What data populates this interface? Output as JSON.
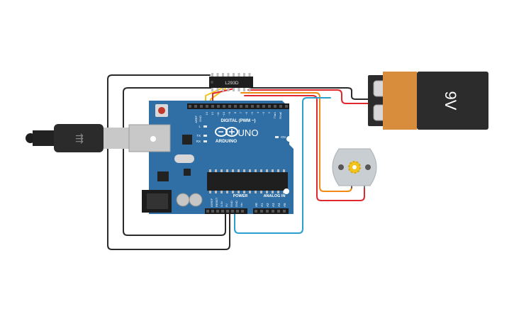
{
  "board": {
    "brand": "ARDUINO",
    "model": "UNO",
    "digital_label": "DIGITAL (PWM ~)",
    "power_label": "POWER",
    "analog_label": "ANALOG IN",
    "on_label": "ON",
    "l_label": "L",
    "tx_label": "TX",
    "rx_label": "RX",
    "aref_label": "AREF",
    "gnd_label": "GND",
    "digital_pins": [
      "13",
      "12",
      "~11",
      "~10",
      "~9",
      "8",
      "7",
      "~6",
      "~5",
      "4",
      "~3",
      "2",
      "TX▸1",
      "RX◂0"
    ],
    "power_pins": [
      "IOREF",
      "RESET",
      "3.3V",
      "5V",
      "GND",
      "GND",
      "Vin"
    ],
    "analog_pins": [
      "A0",
      "A1",
      "A2",
      "A3",
      "A4",
      "A5"
    ]
  },
  "driver_chip": {
    "label": "L293D"
  },
  "battery": {
    "label": "9V"
  },
  "colors": {
    "board": "#2f6fa5",
    "board_dark": "#1f5586",
    "wire_red": "#e0282e",
    "wire_orange": "#ef8a17",
    "wire_yellow": "#f2c41b",
    "wire_blue": "#2a9fd0",
    "wire_black": "#2a2a2a",
    "battery_body": "#d78d3b",
    "battery_cap": "#2c2c2c",
    "motor_body": "#c9ced2",
    "motor_gear": "#f2c41b"
  }
}
